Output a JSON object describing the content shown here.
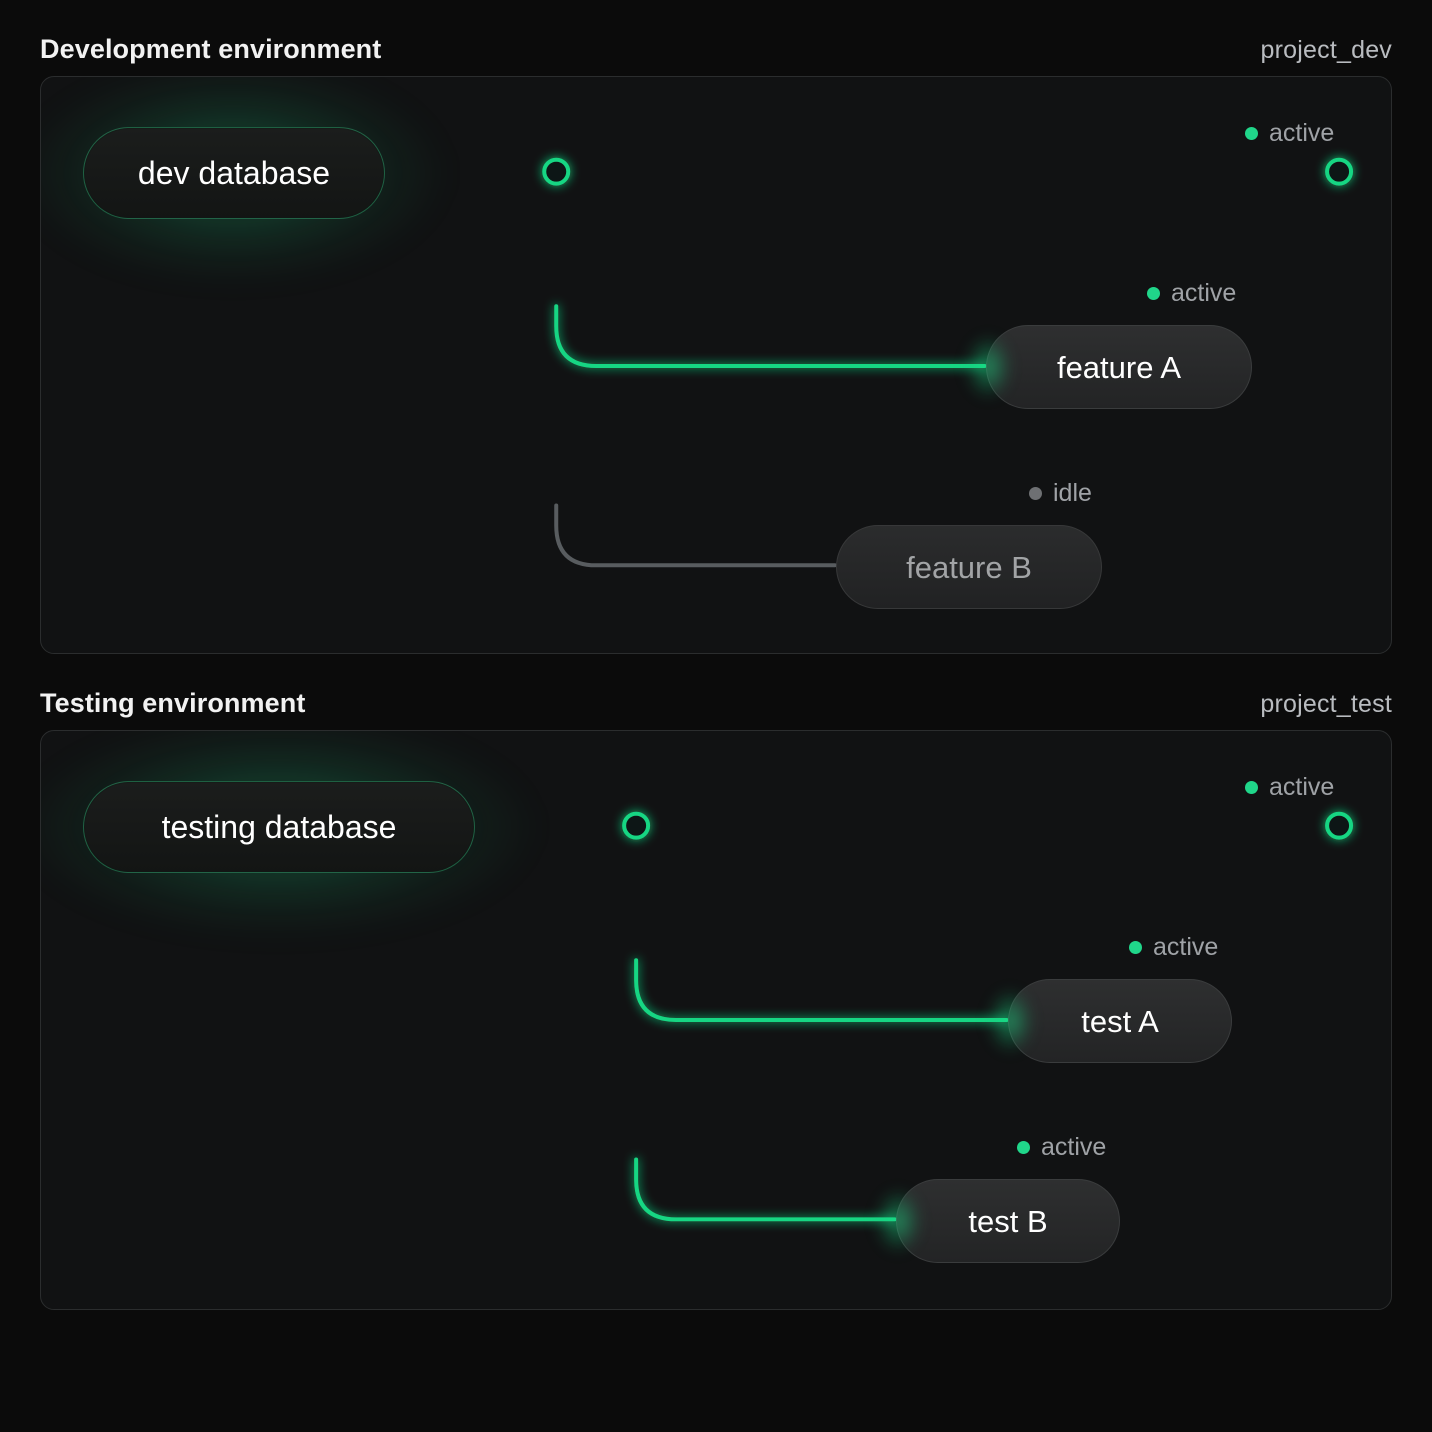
{
  "page": {
    "background": "#0b0b0b",
    "accent": "#17d683",
    "idle_color": "#6e7073"
  },
  "sections": [
    {
      "id": "development",
      "title": "Development environment",
      "project": "project_dev",
      "source": {
        "label": "dev database",
        "state": "active"
      },
      "trunk_status": {
        "label": "active",
        "state": "active"
      },
      "branches": [
        {
          "label": "feature A",
          "status": "active",
          "state": "active"
        },
        {
          "label": "feature B",
          "status": "idle",
          "state": "idle"
        }
      ]
    },
    {
      "id": "testing",
      "title": "Testing environment",
      "project": "project_test",
      "source": {
        "label": "testing database",
        "state": "active"
      },
      "trunk_status": {
        "label": "active",
        "state": "active"
      },
      "branches": [
        {
          "label": "test A",
          "status": "active",
          "state": "active"
        },
        {
          "label": "test B",
          "status": "active",
          "state": "active"
        }
      ]
    }
  ]
}
